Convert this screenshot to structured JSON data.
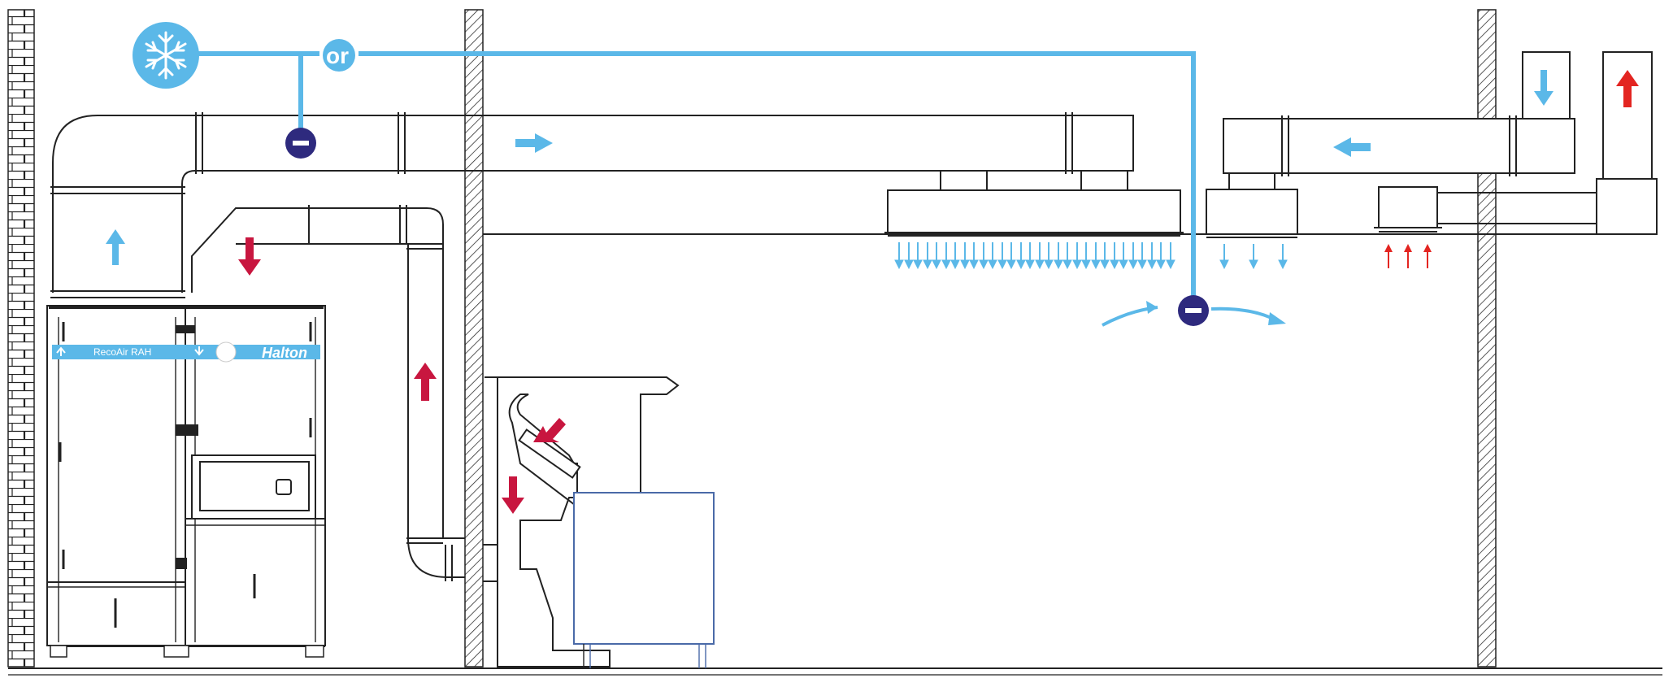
{
  "labels": {
    "or": "or",
    "unit_name": "RecoAir RAH",
    "brand": "Halton"
  },
  "colors": {
    "cold_air": "#5bb8e8",
    "hot_air": "#c8163f",
    "red_intake": "#e32521",
    "damper": "#2e2a7e",
    "line": "#222222",
    "frame": "#4a6aa8"
  },
  "icons": {
    "cooling": "snowflake-icon",
    "damper": "damper-icon",
    "cold_flow": "blue-arrow-icon",
    "hot_flow": "red-arrow-icon"
  }
}
